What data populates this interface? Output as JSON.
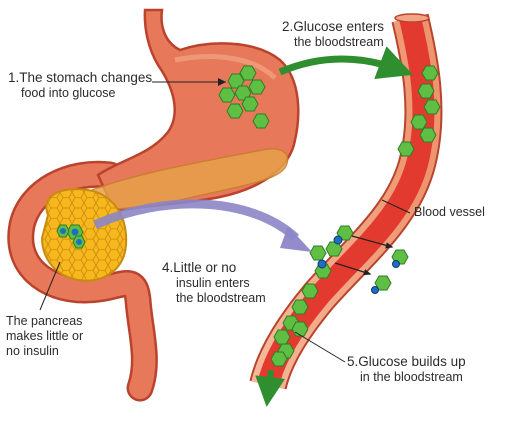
{
  "labels": {
    "step1": {
      "number": "1.",
      "line1": "The stomach changes",
      "line2": "food into glucose"
    },
    "step2": {
      "number": "2.",
      "line1": "Glucose enters",
      "line2": "the bloodstream"
    },
    "step4": {
      "number": "4.",
      "line1": "Little or no",
      "line2": "insulin enters",
      "line3": "the bloodstream"
    },
    "step5": {
      "number": "5.",
      "line1": "Glucose builds up",
      "line2": "in the bloodstream"
    },
    "pancreas": {
      "line1": "The pancreas",
      "line2": "makes little or",
      "line3": "no insulin"
    },
    "blood_vessel": "Blood vessel"
  },
  "colors": {
    "organ_fill": "#e8785a",
    "organ_outline": "#b9432c",
    "pancreas_fill": "#f6b81c",
    "pancreas_outline": "#c98a10",
    "vessel_fill": "#e23a2e",
    "vessel_wall": "#f2a585",
    "glucose": "#5fbf45",
    "glucose_outline": "#2f7d22",
    "insulin": "#1e6fc4",
    "glucose_arrow": "#2f8f2f",
    "insulin_arrow": "#8c86c7"
  }
}
